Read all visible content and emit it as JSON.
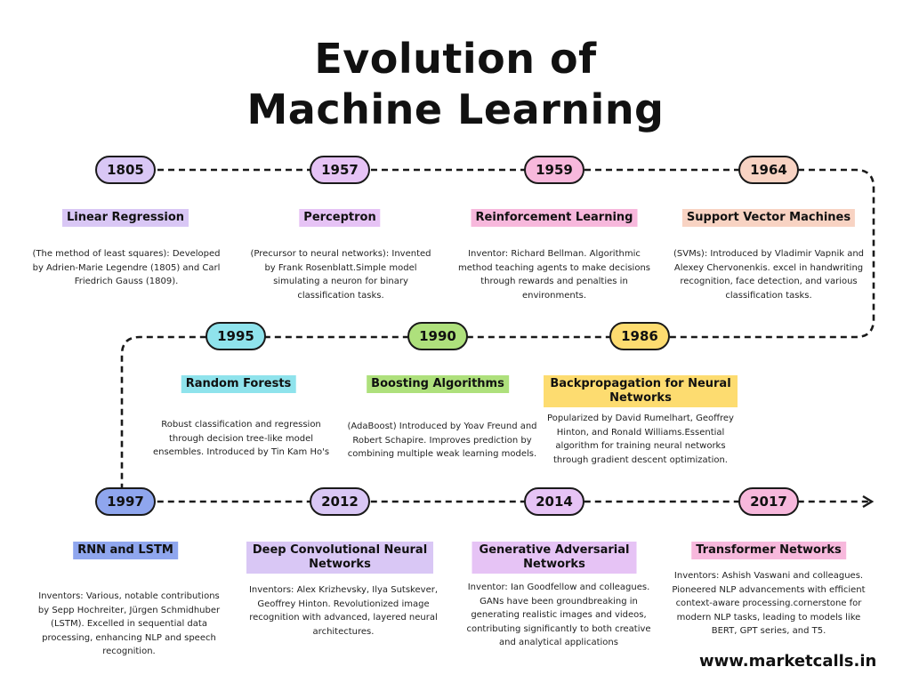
{
  "title_line1": "Evolution of",
  "title_line2": "Machine Learning",
  "website": "www.marketcalls.in",
  "colors": {
    "purple": "#d9c7f5",
    "pink": "#f7b8dc",
    "lavender": "#e6c3f5",
    "peach": "#f8d3c3",
    "cyan": "#8fe3ec",
    "green": "#aee07c",
    "yellow": "#fddc70",
    "blue": "#8fa6ee"
  },
  "milestones": [
    {
      "year": "1805",
      "name": "Linear Regression",
      "description": "(The method of least squares): Developed by Adrien-Marie Legendre (1805) and Carl Friedrich Gauss (1809)."
    },
    {
      "year": "1957",
      "name": "Perceptron",
      "description": "(Precursor to neural networks): Invented by Frank Rosenblatt.Simple model simulating a neuron for binary classification tasks."
    },
    {
      "year": "1959",
      "name": "Reinforcement Learning",
      "description": "Inventor: Richard Bellman. Algorithmic method teaching agents to make decisions through rewards and penalties in environments."
    },
    {
      "year": "1964",
      "name": "Support Vector Machines",
      "description": "(SVMs): Introduced by Vladimir Vapnik and Alexey Chervonenkis.  excel in handwriting recognition, face detection, and various classification tasks."
    },
    {
      "year": "1986",
      "name": "Backpropagation for Neural Networks",
      "description": "Popularized by David Rumelhart, Geoffrey Hinton, and Ronald Williams.Essential algorithm for training neural networks through gradient descent optimization."
    },
    {
      "year": "1990",
      "name": "Boosting Algorithms",
      "description": "(AdaBoost) Introduced by Yoav Freund and Robert Schapire. Improves prediction by combining multiple weak learning models."
    },
    {
      "year": "1995",
      "name": "Random Forests",
      "description": "Robust classification and regression through decision tree-like model ensembles. Introduced by Tin Kam Ho's"
    },
    {
      "year": "1997",
      "name": "RNN and LSTM",
      "description": "Inventors: Various, notable contributions by Sepp Hochreiter, Jürgen Schmidhuber (LSTM). Excelled in sequential data processing, enhancing NLP and speech recognition."
    },
    {
      "year": "2012",
      "name": "Deep Convolutional Neural Networks",
      "description": "Inventors: Alex Krizhevsky, Ilya Sutskever, Geoffrey Hinton. Revolutionized image recognition with advanced, layered neural architectures."
    },
    {
      "year": "2014",
      "name": "Generative Adversarial Networks",
      "description": "Inventor: Ian Goodfellow and colleagues. GANs have been groundbreaking in generating realistic images and videos, contributing significantly to both creative and analytical applications"
    },
    {
      "year": "2017",
      "name": "Transformer Networks",
      "description": "Inventors: Ashish Vaswani and colleagues. Pioneered NLP advancements with efficient context-aware processing.cornerstone for modern NLP tasks, leading to models like BERT, GPT series, and T5."
    }
  ]
}
